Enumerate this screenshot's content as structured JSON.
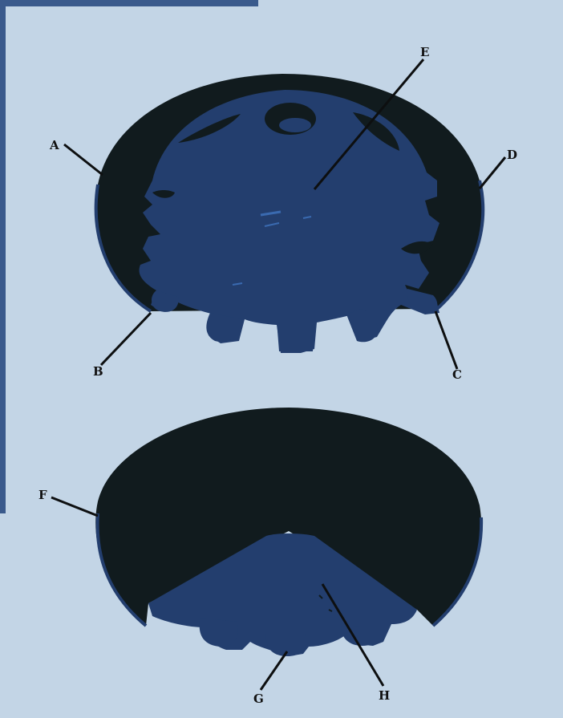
{
  "diagram": {
    "labels": {
      "A": "A",
      "B": "B",
      "C": "C",
      "D": "D",
      "E": "E",
      "F": "F",
      "G": "G",
      "H": "H"
    },
    "colors": {
      "background": "#c3d5e6",
      "shell": "#111b1e",
      "body": "#233e6e",
      "highlight": "#3a6ab0",
      "frame_edge": "#3a5a8c"
    },
    "figures": [
      "upper-cut-dome",
      "lower-cut-dome"
    ]
  }
}
